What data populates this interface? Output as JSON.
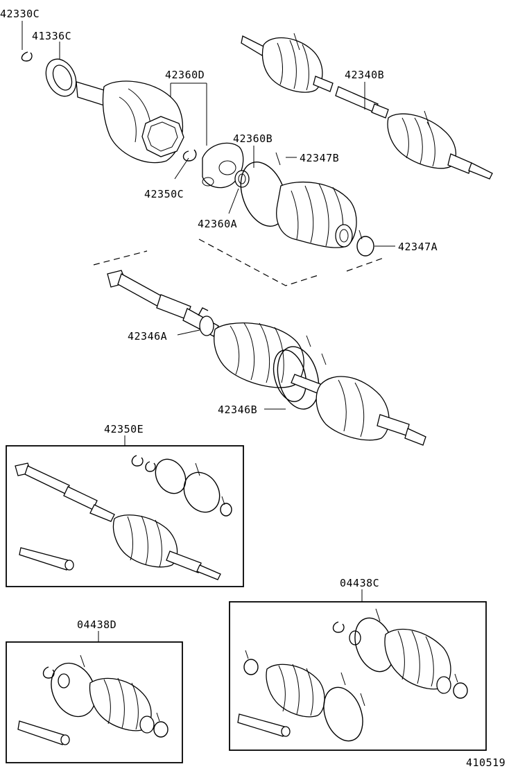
{
  "diagram": {
    "labels": {
      "p42330C": "42330C",
      "p41336C": "41336C",
      "p42360D": "42360D",
      "p42340B": "42340B",
      "p42360B": "42360B",
      "p42347B": "42347B",
      "p42350C": "42350C",
      "p42360A": "42360A",
      "p42347A": "42347A",
      "p42346A": "42346A",
      "p42346B": "42346B",
      "p42350E": "42350E",
      "p04438C": "04438C",
      "p04438D": "04438D"
    },
    "figure_number": "410519"
  }
}
